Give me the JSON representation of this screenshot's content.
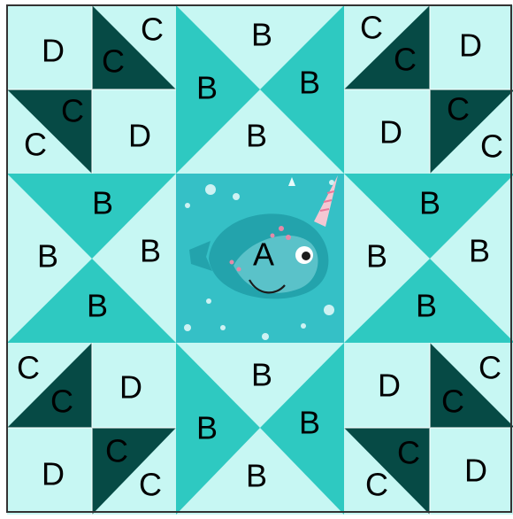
{
  "colors": {
    "light": "#c7f7f3",
    "medium": "#2ec9c1",
    "dark": "#064a45",
    "fabric": "#35c0c6",
    "fabric_dark": "#1d9aa3",
    "border": "#333333"
  },
  "center_label": "A",
  "center_icon": "narwhal-fabric",
  "labels": {
    "B": "B",
    "C": "C",
    "D": "D"
  }
}
